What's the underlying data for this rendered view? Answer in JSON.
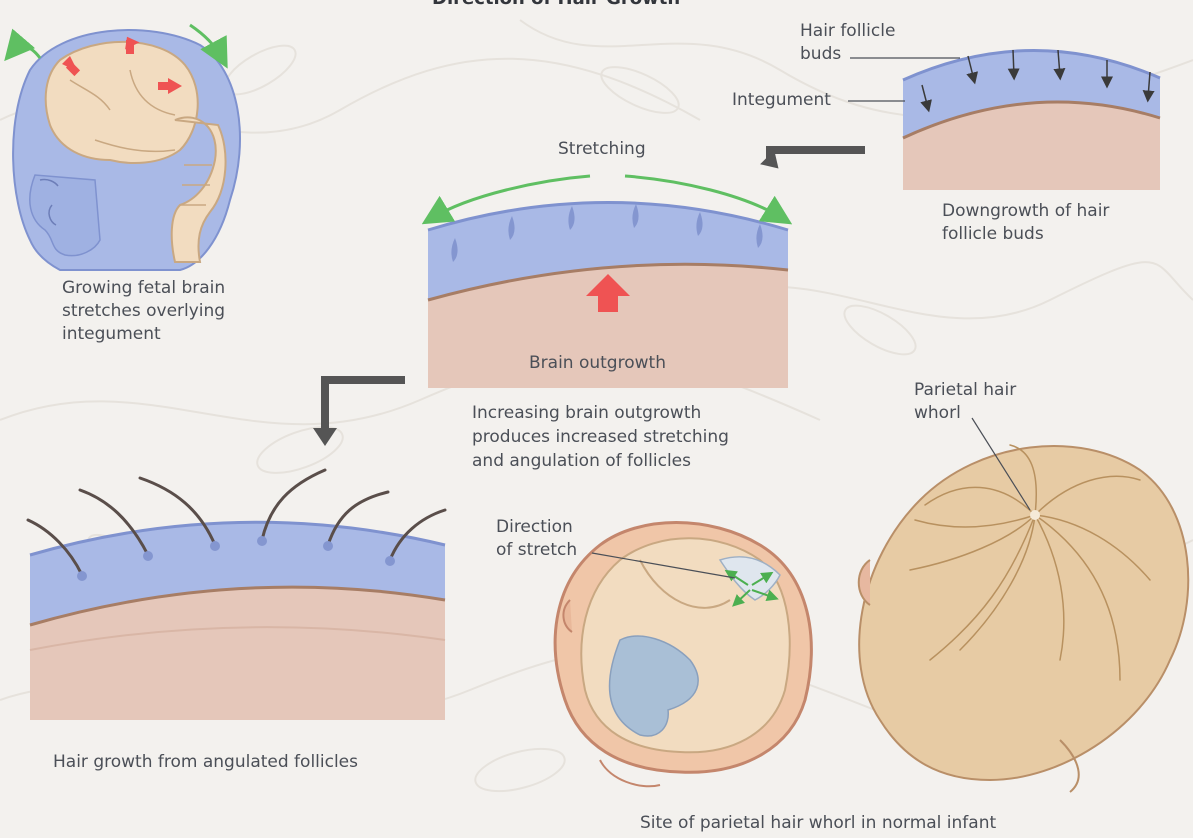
{
  "title": "Direction of Hair Growth",
  "labels": {
    "hair_follicle_buds_1": "Hair follicle",
    "hair_follicle_buds_2": "buds",
    "integument": "Integument",
    "stretching": "Stretching",
    "downgrowth_1": "Downgrowth of hair",
    "downgrowth_2": "follicle buds",
    "fetal_1": "Growing fetal brain",
    "fetal_2": "stretches overlying",
    "fetal_3": "integument",
    "brain_outgrowth": "Brain outgrowth",
    "increasing_1": "Increasing brain outgrowth",
    "increasing_2": "produces increased stretching",
    "increasing_3": "and angulation of follicles",
    "parietal_1": "Parietal hair",
    "parietal_2": "whorl",
    "direction_1": "Direction",
    "direction_2": "of stretch",
    "hair_growth": "Hair growth from angulated follicles",
    "site": "Site of parietal hair whorl in normal infant"
  },
  "colors": {
    "integument_blue": "#a9b9e6",
    "tissue_pink": "#e5c7ba",
    "brain_cream": "#f2dcc0",
    "arrow_green": "#5fbf62",
    "arrow_red": "#ef5353",
    "flow_arrow_gray": "#555555"
  }
}
